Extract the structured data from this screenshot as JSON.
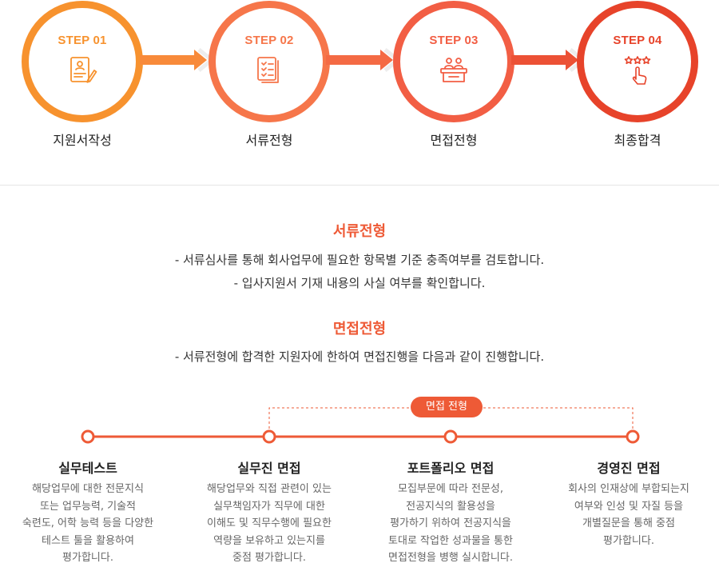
{
  "colors": {
    "step1": "#f7922e",
    "step2": "#f6764a",
    "step3": "#f25e44",
    "step4": "#e7432a",
    "accent": "#ee5a36"
  },
  "steps": [
    {
      "num": "STEP 01",
      "label": "지원서작성",
      "icon": "application-form-icon"
    },
    {
      "num": "STEP 02",
      "label": "서류전형",
      "icon": "document-review-icon"
    },
    {
      "num": "STEP 03",
      "label": "면접전형",
      "icon": "interview-panel-icon"
    },
    {
      "num": "STEP 04",
      "label": "최종합격",
      "icon": "star-rating-hand-icon"
    }
  ],
  "document_screening": {
    "title": "서류전형",
    "lines": [
      "- 서류심사를 통해 회사업무에 필요한 항목별 기준 충족여부를 검토합니다.",
      "- 입사지원서 기재 내용의 사실 여부를 확인합니다."
    ]
  },
  "interview_screening": {
    "title": "면접전형",
    "lines": [
      "- 서류전형에 합격한 지원자에 한하여 면접진행을 다음과 같이 진행합니다."
    ]
  },
  "timeline": {
    "badge": "면접 전형",
    "items": [
      {
        "title": "실무테스트",
        "desc": [
          "해당업무에 대한 전문지식",
          "또는 업무능력, 기술적",
          "숙련도, 어학 능력 등을 다양한",
          "테스트 툴을 활용하여",
          "평가합니다."
        ]
      },
      {
        "title": "실무진 면접",
        "desc": [
          "해당업무와 직접 관련이 있는",
          "실무책임자가 직무에 대한",
          "이해도 및 직무수행에 필요한",
          "역량을 보유하고 있는지를",
          "중점 평가합니다."
        ]
      },
      {
        "title": "포트폴리오 면접",
        "desc": [
          "모집부문에 따라 전문성,",
          "전공지식의 활용성을",
          "평가하기 위하여 전공지식을",
          "토대로 작업한 성과물을 통한",
          "면접전형을 병행 실시합니다."
        ]
      },
      {
        "title": "경영진 면접",
        "desc": [
          "회사의 인재상에 부합되는지",
          "여부와 인성 및 자질 등을",
          "개별질문을 통해 중점",
          "평가합니다."
        ]
      }
    ]
  }
}
